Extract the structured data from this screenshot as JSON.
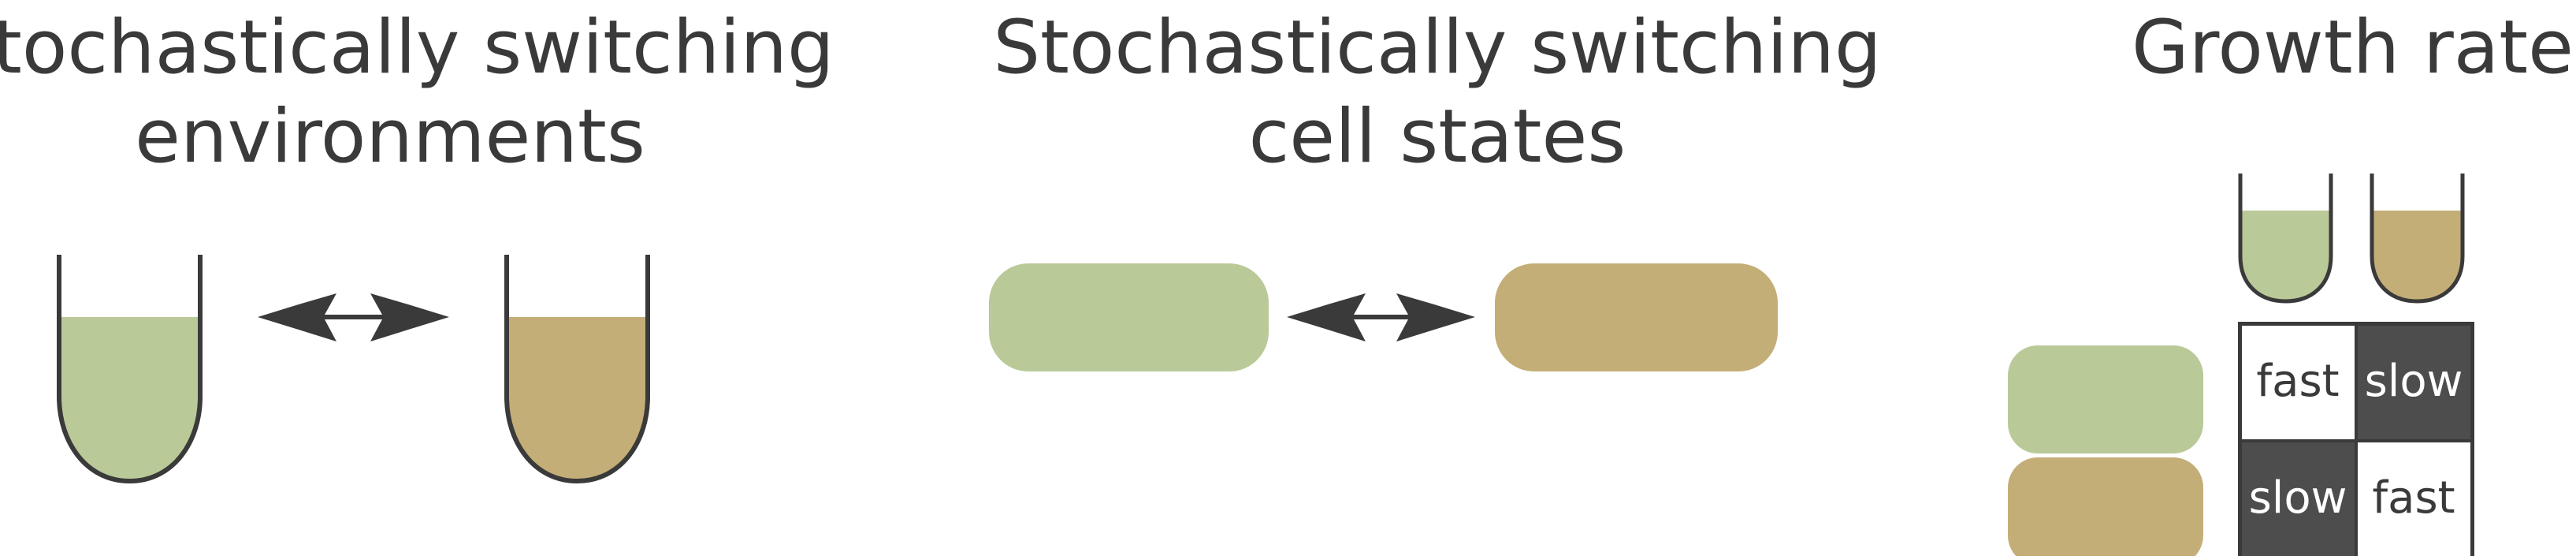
{
  "panels": {
    "environments": {
      "title_line1": "Stochastically switching",
      "title_line2": "environments"
    },
    "cell_states": {
      "title_line1": "Stochastically switching",
      "title_line2": "cell states"
    },
    "growth_rate": {
      "title": "Growth rate",
      "matrix": [
        [
          "fast",
          "slow"
        ],
        [
          "slow",
          "fast"
        ]
      ]
    }
  },
  "colors": {
    "state_a": "#b9c998",
    "state_b": "#c4ae78",
    "outline": "#3a3a3a",
    "slow_cell": "#4d4d4d"
  }
}
